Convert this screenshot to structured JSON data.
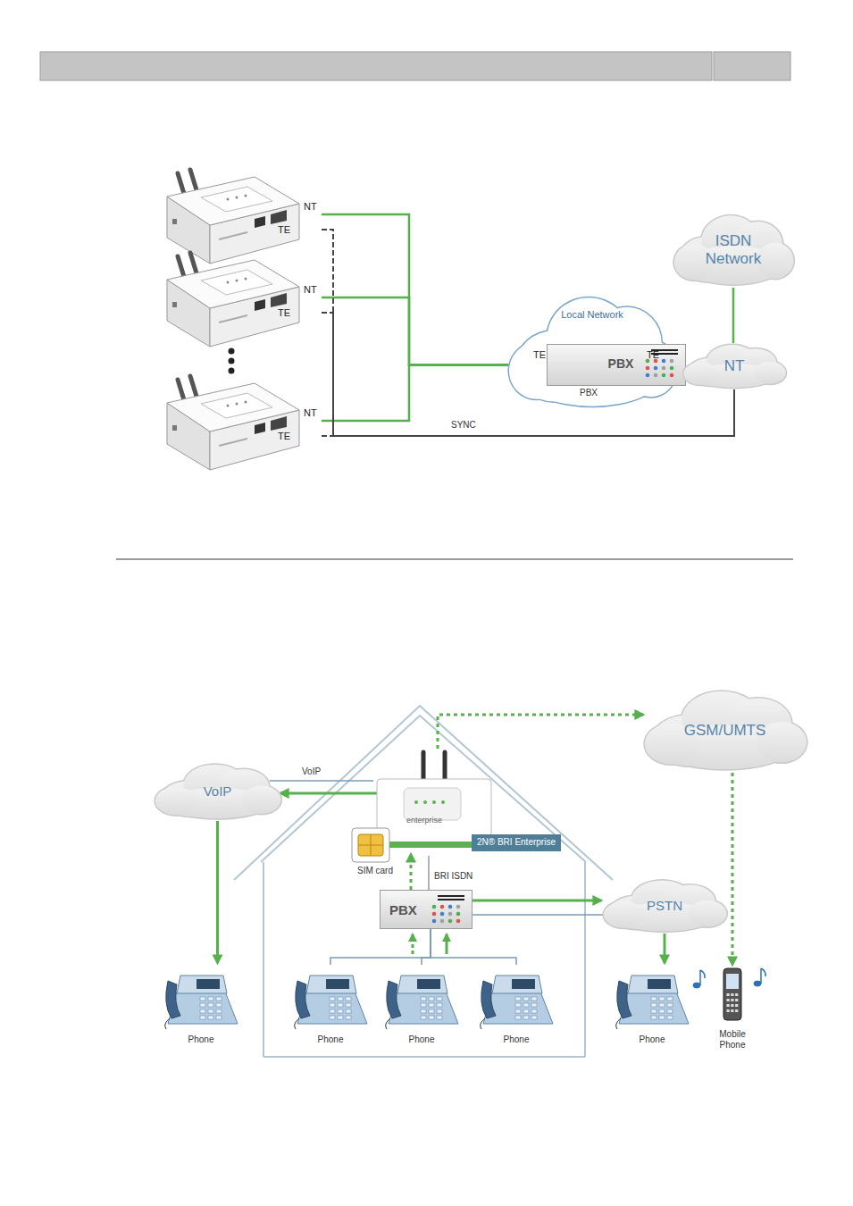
{
  "diagram": {
    "nodes": [
      {
        "text": [
          "NT",
          "TE"
        ]
      },
      {
        "text": [
          "NT",
          "TE"
        ]
      },
      {
        "text": [
          "NT",
          "TE"
        ]
      },
      {
        "text": [
          "ISDN Network"
        ]
      },
      {
        "text": [
          "Local Network"
        ]
      },
      {
        "text": [
          "PBX",
          "PBX"
        ],
        "in": 4
      },
      {
        "text": [
          "NT"
        ]
      },
      {
        "text": [
          "GSM/UMTS"
        ]
      },
      {
        "text": [
          "VoIP"
        ]
      },
      {
        "text": [
          "2N® BRI Enterprise"
        ]
      },
      {
        "text": [
          "SIM card"
        ]
      },
      {
        "text": [
          "PBX"
        ]
      },
      {
        "text": [
          "PSTN"
        ]
      },
      {
        "text": [
          "Phone"
        ]
      },
      {
        "text": [
          "Phone"
        ]
      },
      {
        "text": [
          "Phone"
        ]
      },
      {
        "text": [
          "Phone"
        ]
      },
      {
        "text": [
          "Phone"
        ]
      },
      {
        "text": [
          "Mobile Phone"
        ]
      }
    ],
    "edges": [
      {
        "from": 0,
        "to": 5,
        "arrow": "none"
      },
      {
        "from": 1,
        "to": 5,
        "arrow": "none"
      },
      {
        "from": 2,
        "to": 5,
        "arrow": "none"
      },
      {
        "from": 0,
        "to": 6,
        "arrow": "none"
      },
      {
        "from": 1,
        "to": 6,
        "arrow": "none"
      },
      {
        "from": 2,
        "to": 6,
        "label": "SYNC",
        "arrow": "none"
      },
      {
        "from": 3,
        "to": 6,
        "arrow": "none"
      },
      {
        "from": 5,
        "to": 6,
        "arrow": "none"
      },
      {
        "from": 9,
        "to": 8,
        "label": "VoIP",
        "arrow": "to"
      },
      {
        "from": 8,
        "to": 13,
        "arrow": "to"
      },
      {
        "from": 9,
        "to": 7,
        "arrow": "to"
      },
      {
        "from": 7,
        "to": 18,
        "arrow": "to"
      },
      {
        "from": 11,
        "to": 9,
        "label": "BRI ISDN",
        "arrow": "to"
      },
      {
        "from": 11,
        "to": 12,
        "arrow": "to"
      },
      {
        "from": 12,
        "to": 17,
        "arrow": "to"
      },
      {
        "from": 14,
        "to": 11,
        "arrow": "none"
      },
      {
        "from": 15,
        "to": 11,
        "arrow": "none"
      },
      {
        "from": 16,
        "to": 11,
        "arrow": "none"
      }
    ],
    "labels": [
      "TE",
      "TE",
      "enterprise"
    ]
  }
}
